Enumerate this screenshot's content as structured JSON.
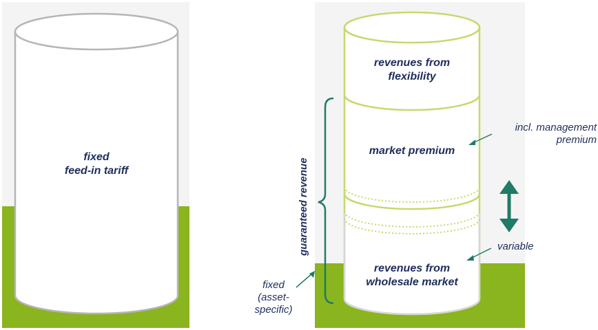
{
  "left_cylinder": {
    "label_line1": "fixed",
    "label_line2": "feed-in tariff"
  },
  "right_cylinder": {
    "segments": [
      {
        "line1": "revenues from",
        "line2": "flexibility"
      },
      {
        "line1": "market premium",
        "line2": ""
      },
      {
        "line1": "revenues from",
        "line2": "wholesale market"
      }
    ]
  },
  "annotations": {
    "incl_line1": "incl. management",
    "incl_line2": "premium",
    "variable": "variable",
    "fixed_line1": "fixed",
    "fixed_line2": "(asset-",
    "fixed_line3": "specific)",
    "guaranteed": "guaranteed revenue"
  },
  "colors": {
    "ground": "#8ab51e",
    "backdrop": "#f4f4f4",
    "cyl_left_stroke": "#b5b5b5",
    "cyl_right_stroke": "#c3da6c",
    "brace": "#1f7a66",
    "arrow": "#1f7a66",
    "text": "#1f2d5c"
  }
}
